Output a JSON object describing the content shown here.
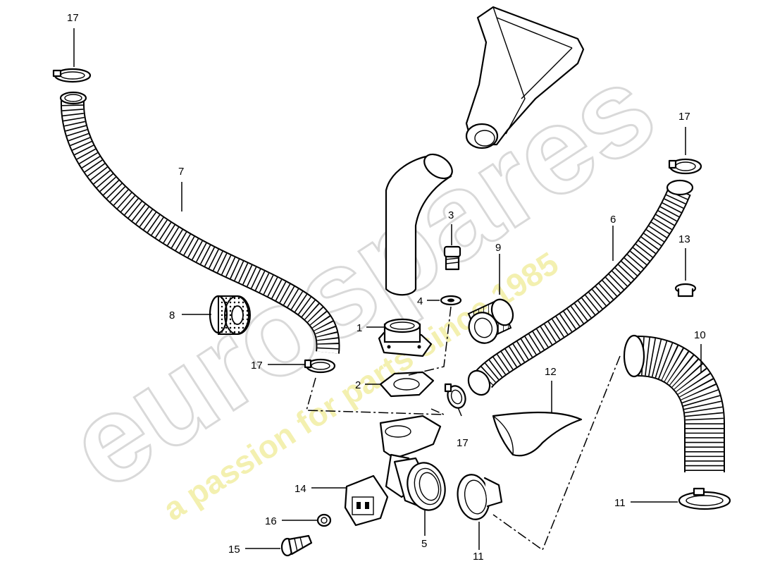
{
  "watermark": {
    "brand": "eurospares",
    "tagline": "a passion for parts since 1985"
  },
  "callouts": [
    {
      "id": "c17a",
      "label": "17"
    },
    {
      "id": "c7",
      "label": "7"
    },
    {
      "id": "c8",
      "label": "8"
    },
    {
      "id": "c17b",
      "label": "17"
    },
    {
      "id": "c3",
      "label": "3"
    },
    {
      "id": "c4",
      "label": "4"
    },
    {
      "id": "c1",
      "label": "1"
    },
    {
      "id": "c9",
      "label": "9"
    },
    {
      "id": "c2",
      "label": "2"
    },
    {
      "id": "c6",
      "label": "6"
    },
    {
      "id": "c17c",
      "label": "17"
    },
    {
      "id": "c13",
      "label": "13"
    },
    {
      "id": "c10",
      "label": "10"
    },
    {
      "id": "c12",
      "label": "12"
    },
    {
      "id": "c17d",
      "label": "17"
    },
    {
      "id": "c14",
      "label": "14"
    },
    {
      "id": "c16",
      "label": "16"
    },
    {
      "id": "c15",
      "label": "15"
    },
    {
      "id": "c5",
      "label": "5"
    },
    {
      "id": "c11a",
      "label": "11"
    },
    {
      "id": "c11b",
      "label": "11"
    }
  ]
}
